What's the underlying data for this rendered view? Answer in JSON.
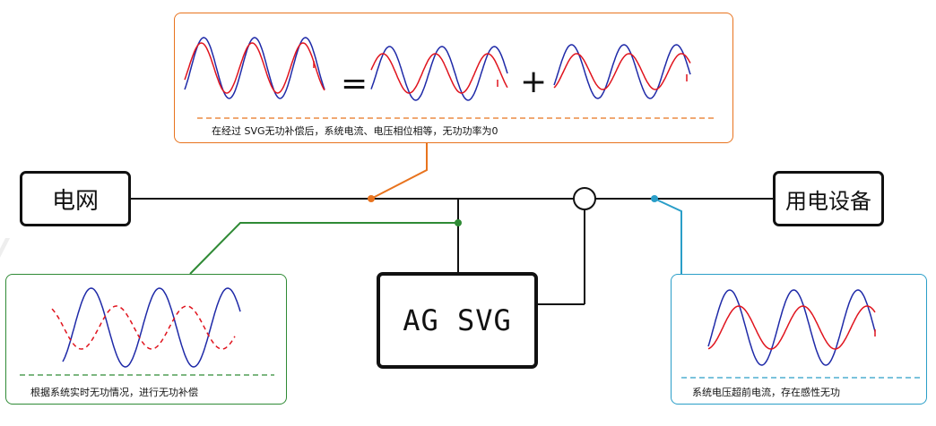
{
  "nodes": {
    "grid": "电网",
    "load": "用电设备",
    "svg_unit": "AG SVG"
  },
  "operators": {
    "equals": "=",
    "plus": "+"
  },
  "panels": {
    "top": {
      "caption": "在经过 SVG无功补偿后，系统电流、电压相位相等，无功功率为0",
      "border_color": "#e8731e"
    },
    "left": {
      "caption": "根据系统实时无功情况，进行无功补偿",
      "border_color": "#2f8a35"
    },
    "right": {
      "caption": "系统电压超前电流，存在感性无功",
      "border_color": "#2a9ec8"
    }
  },
  "colors": {
    "voltage_wave": "#1f2aa8",
    "current_wave": "#e0141e",
    "line": "#111111"
  }
}
